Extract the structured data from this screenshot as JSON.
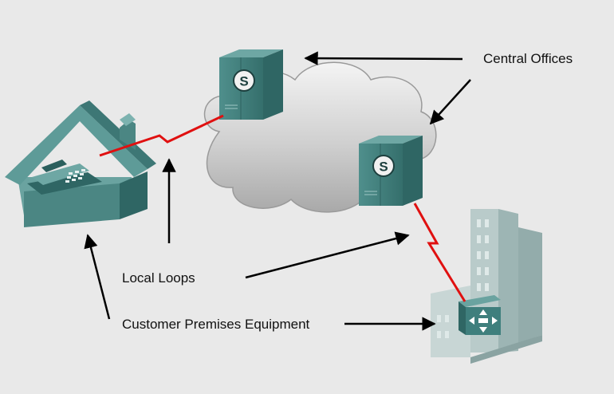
{
  "labels": {
    "central_offices": "Central Offices",
    "local_loops": "Local Loops",
    "cpe": "Customer Premises Equipment"
  },
  "switch_symbol": "S",
  "colors": {
    "background": "#e9e9e9",
    "teal_device": "#3f7f7d",
    "loop_line": "#e01010",
    "cloud": "#c9c9c9",
    "building": "#b3c6c5"
  }
}
